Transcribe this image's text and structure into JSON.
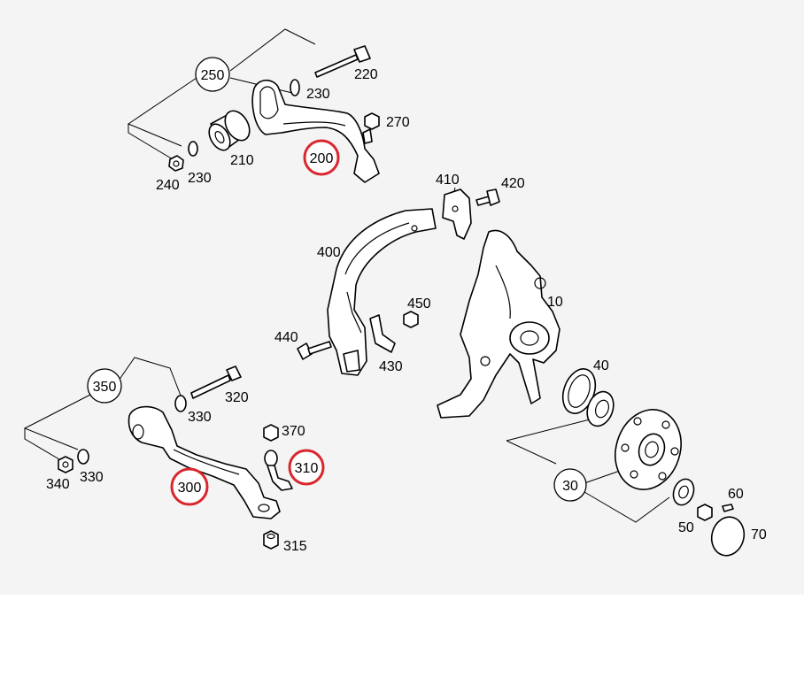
{
  "diagram": {
    "highlight_color": "#d9272e",
    "labels": {
      "p10": "10",
      "p30": "30",
      "p40": "40",
      "p50": "50",
      "p60": "60",
      "p70": "70",
      "p200": "200",
      "p210": "210",
      "p220": "220",
      "p230a": "230",
      "p230b": "230",
      "p240": "240",
      "p250": "250",
      "p270": "270",
      "p300": "300",
      "p310": "310",
      "p315": "315",
      "p320": "320",
      "p330a": "330",
      "p330b": "330",
      "p340": "340",
      "p350": "350",
      "p370": "370",
      "p400": "400",
      "p410": "410",
      "p420": "420",
      "p430": "430",
      "p440": "440",
      "p450": "450"
    },
    "highlighted": [
      "200",
      "300",
      "310"
    ]
  }
}
